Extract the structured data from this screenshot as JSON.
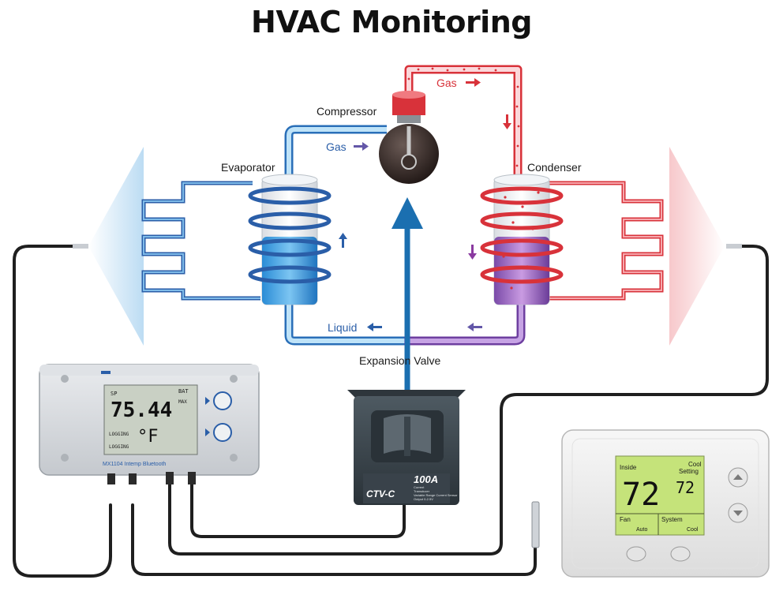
{
  "title": "HVAC Monitoring",
  "labels": {
    "compressor": "Compressor",
    "evaporator": "Evaporator",
    "condenser": "Condenser",
    "expansion_valve": "Expansion Valve",
    "gas_top": "Gas",
    "gas_left": "Gas",
    "liquid": "Liquid"
  },
  "logger": {
    "label_top": "SP",
    "reading": "75.44",
    "reading_unit": "MAX",
    "battery": "BAT",
    "unit": "°F",
    "status_1": "LOGGING",
    "status_2": "LOGGING",
    "brand": "MX1104 Intemp Bluetooth"
  },
  "ct_sensor": {
    "rating": "100A",
    "model": "CTV-C",
    "desc_1": "Current",
    "desc_2": "Transducer",
    "desc_3": "Variable Range Current Sensor",
    "desc_4": "Output 0-2.5V"
  },
  "thermostat": {
    "inside_label": "Inside",
    "inside_temp": "72",
    "setting_label_1": "Cool",
    "setting_label_2": "Setting",
    "setting_temp": "72",
    "fan_label": "Fan",
    "fan_value": "Auto",
    "system_label": "System",
    "system_value": "Cool"
  },
  "colors": {
    "cold_blue": "#2a5ea8",
    "hot_red": "#d8323a",
    "flow_arrow": "#1b6fb0",
    "cable": "#1f1f1f",
    "lcd_green": "#c5e37a"
  },
  "icons": [
    "up-arrow-icon",
    "down-arrow-icon",
    "right-arrow-icon",
    "left-arrow-icon"
  ]
}
